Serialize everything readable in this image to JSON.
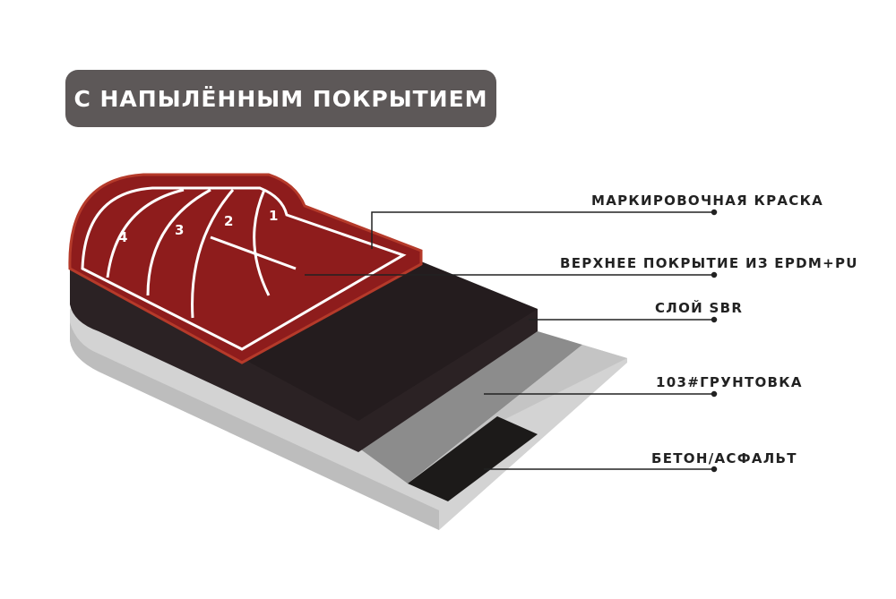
{
  "title": "С НАПЫЛЁННЫМ ПОКРЫТИЕМ",
  "layers": [
    {
      "label": "МАРКИРОВОЧНАЯ КРАСКА"
    },
    {
      "label": "ВЕРХНЕЕ ПОКРЫТИЕ ИЗ EPDM+PU"
    },
    {
      "label": "СЛОЙ SBR"
    },
    {
      "label": "103#ГРУНТОВКА"
    },
    {
      "label": "БЕТОН/АСФАЛЬТ"
    }
  ],
  "lanes": [
    "1",
    "2",
    "3",
    "4"
  ],
  "colors": {
    "title_bg": "#5d5858",
    "track": "#8e1c1c",
    "rubber": "#2a2022",
    "primer": "#8a8a8a",
    "base": "#d0d0d0"
  }
}
